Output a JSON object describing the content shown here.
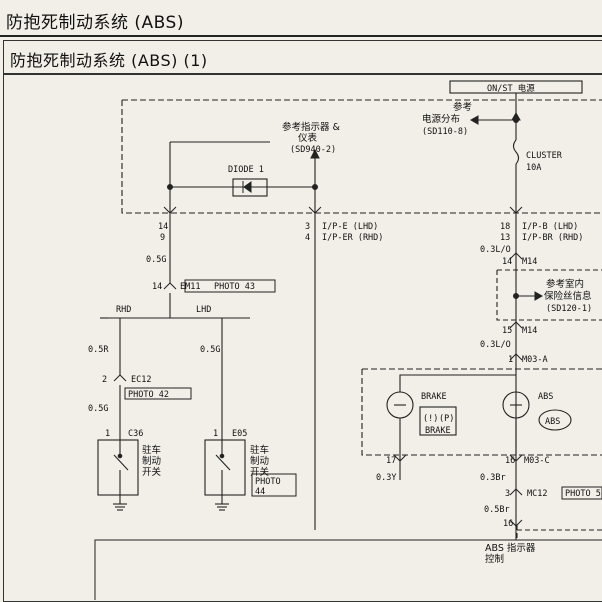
{
  "header": {
    "title": "防抱死制动系统 (ABS)",
    "subtitle": "防抱死制动系统 (ABS) (1)"
  },
  "power": {
    "source": "ON/ST 电源",
    "ref_dist_l1": "参考",
    "ref_dist_l2": "电源分布",
    "ref_dist_code": "(SD110-8)",
    "fuse_name": "CLUSTER",
    "fuse_rating": "10A"
  },
  "indicator_ref": {
    "line1": "参考指示器 &",
    "line2": "仪表",
    "code": "(SD940-2)"
  },
  "diode": "DIODE 1",
  "pins_left": {
    "p1": "14",
    "p2": "9",
    "wire": "0.5G",
    "em11_pin": "14",
    "em11": "EM11",
    "photo43": "PHOTO 43"
  },
  "pins_mid": {
    "p1": "3",
    "p2": "4",
    "lbl1": "I/P-E (LHD)",
    "lbl2": "I/P-ER (RHD)"
  },
  "pins_right": {
    "p1": "18",
    "p2": "13",
    "lbl1": "I/P-B (LHD)",
    "lbl2": "I/P-BR (RHD)",
    "wire1": "0.3L/O",
    "m14_pin1": "14",
    "m14a": "M14",
    "fuse_info_l1": "参考室内",
    "fuse_info_l2": "保险丝信息",
    "fuse_info_code": "(SD120-1)",
    "m14_pin2": "15",
    "m14b": "M14",
    "wire2": "0.3L/O",
    "m03a_pin": "1",
    "m03a": "M03-A"
  },
  "branches": {
    "rhd": "RHD",
    "lhd": "LHD"
  },
  "left_switch": {
    "wire_top": "0.5R",
    "ec12_pin": "2",
    "ec12": "EC12",
    "photo42": "PHOTO 42",
    "wire_bot": "0.5G",
    "c36_pin": "1",
    "c36": "C36",
    "label1": "驻车",
    "label2": "制动",
    "label3": "开关"
  },
  "right_switch": {
    "wire": "0.5G",
    "e05_pin": "1",
    "e05": "E05",
    "label1": "驻车",
    "label2": "制动",
    "label3": "开关",
    "photo_l1": "PHOTO",
    "photo_l2": "44"
  },
  "lamps": {
    "brake": "BRAKE",
    "brake_icon1": "(!)",
    "brake_icon2": "(P)",
    "brake_box": "BRAKE",
    "abs": "ABS",
    "abs_icon": "ABS"
  },
  "lower_right": {
    "pin17": "17",
    "wire_03y": "0.3Y",
    "pin16": "16",
    "m03c": "M03-C",
    "wire_03br": "0.3Br",
    "mc12_pin": "3",
    "mc12": "MC12",
    "photo_mc12": "PHOTO 5",
    "wire_05br": "0.5Br",
    "pin16b": "16",
    "abs_ctrl_l1": "ABS 指示器",
    "abs_ctrl_l2": "控制"
  }
}
